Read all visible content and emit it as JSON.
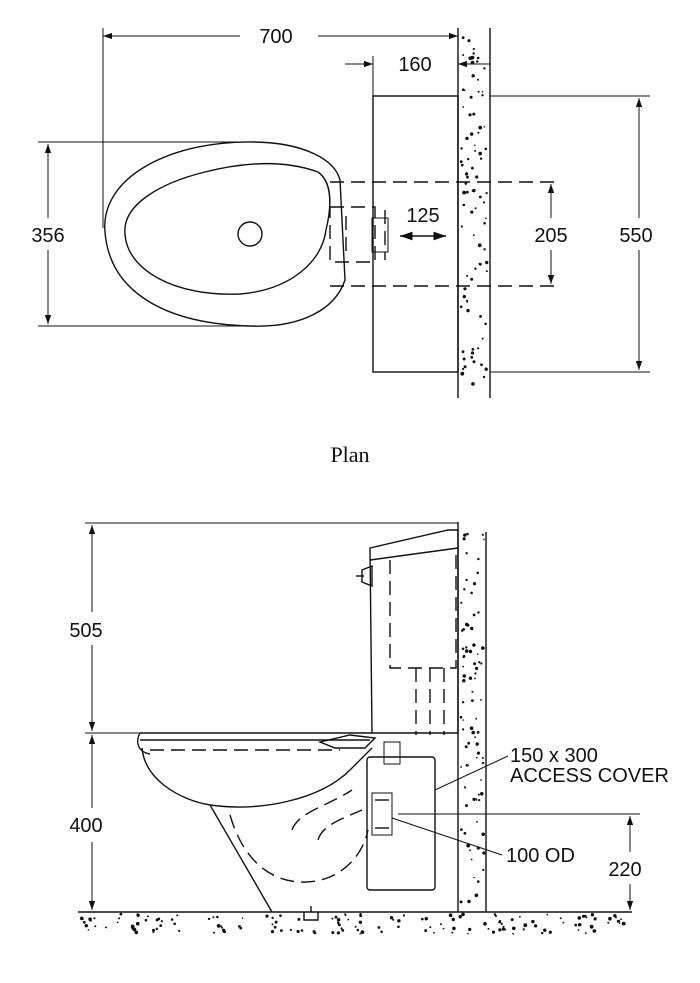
{
  "plan": {
    "caption": "Plan",
    "dims": {
      "overall_length": "700",
      "wall_to_outlet": "160",
      "pan_width": "356",
      "outlet_movement": "125",
      "outlet_zone": "205",
      "cistern_width": "550"
    }
  },
  "elevation": {
    "dims": {
      "cistern_height": "505",
      "pan_height": "400",
      "outlet_height": "220"
    },
    "callouts": {
      "access_cover_line1": "150 x 300",
      "access_cover_line2": "ACCESS COVER",
      "outlet_od": "100 OD"
    }
  }
}
